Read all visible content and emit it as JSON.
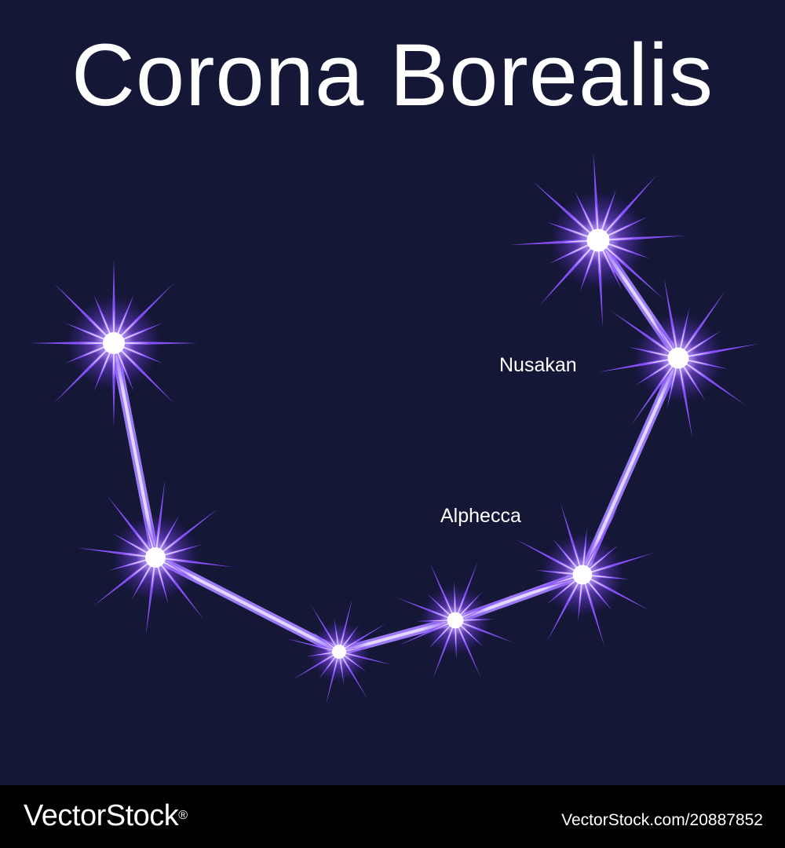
{
  "title": "Corona Borealis",
  "colors": {
    "background": "#151737",
    "star_ray": "#7b3ff5",
    "star_core": "#ffffff",
    "line": "#a98cf7",
    "footer": "#000000"
  },
  "star_labels": {
    "nusakan": "Nusakan",
    "alphecca": "Alphecca"
  },
  "watermark": {
    "brand": "VectorStock",
    "mark": "®",
    "id_text": "VectorStock.com/20887852"
  }
}
